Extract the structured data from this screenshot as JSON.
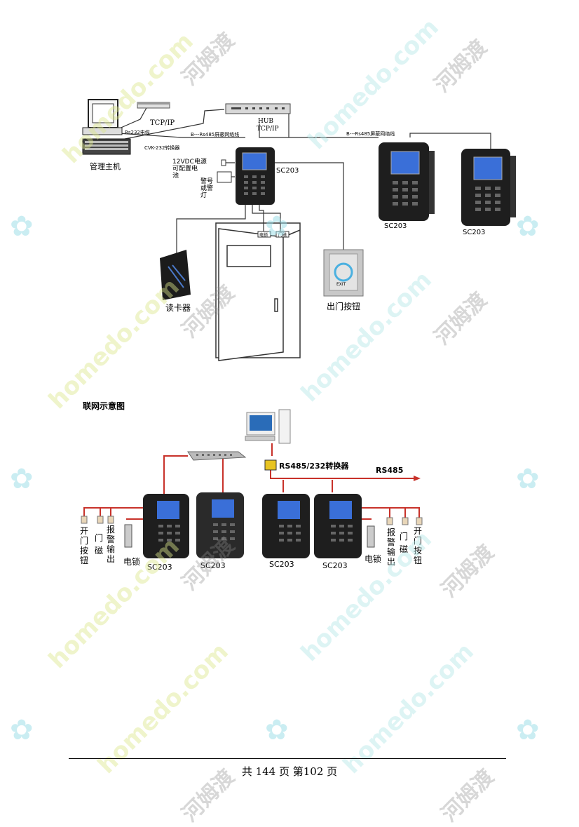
{
  "diagram1": {
    "tcp_ip_top": "TCP/IP",
    "rs232_label": "Rs232电缆",
    "hub_label": "HUB",
    "tcp_ip_hub": "TCP/IP",
    "rs485_left": "B---Rs485屏蔽网络线",
    "rs485_right": "B---Rs485屏蔽网络线",
    "converter_label": "CVK-232转换器",
    "host_label": "管理主机",
    "power_line1": "12VDC电源",
    "power_line2": "可配置电",
    "power_line3": "池",
    "alarm_line1": "警号",
    "alarm_line2": "或警",
    "alarm_line3": "灯",
    "sc203_center": "SC203",
    "sc203_right1": "SC203",
    "sc203_right2": "SC203",
    "lock_label": "电锁",
    "door_sensor_label": "门磁",
    "reader_label": "读卡器",
    "exit_button_label": "出门按钮",
    "exit_face": "EXIT"
  },
  "section_title": "联网示意图",
  "diagram2": {
    "converter": "RS485/232转换器",
    "rs485": "RS485",
    "sc203": [
      "SC203",
      "SC203",
      "SC203",
      "SC203"
    ],
    "left_exit": "开门按钮",
    "left_door": "门磁",
    "left_alarm": "报警输出",
    "left_lock": "电锁",
    "right_lock": "电锁",
    "right_alarm": "报警输出",
    "right_door": "门磁",
    "right_exit": "开门按钮"
  },
  "footer": "共 144 页  第102 页",
  "watermark": {
    "site": "homedo.com",
    "brand": "河姆渡"
  },
  "colors": {
    "red_line": "#c8322a",
    "device_body": "#1e1e1e",
    "screen": "#3a6fd8"
  }
}
